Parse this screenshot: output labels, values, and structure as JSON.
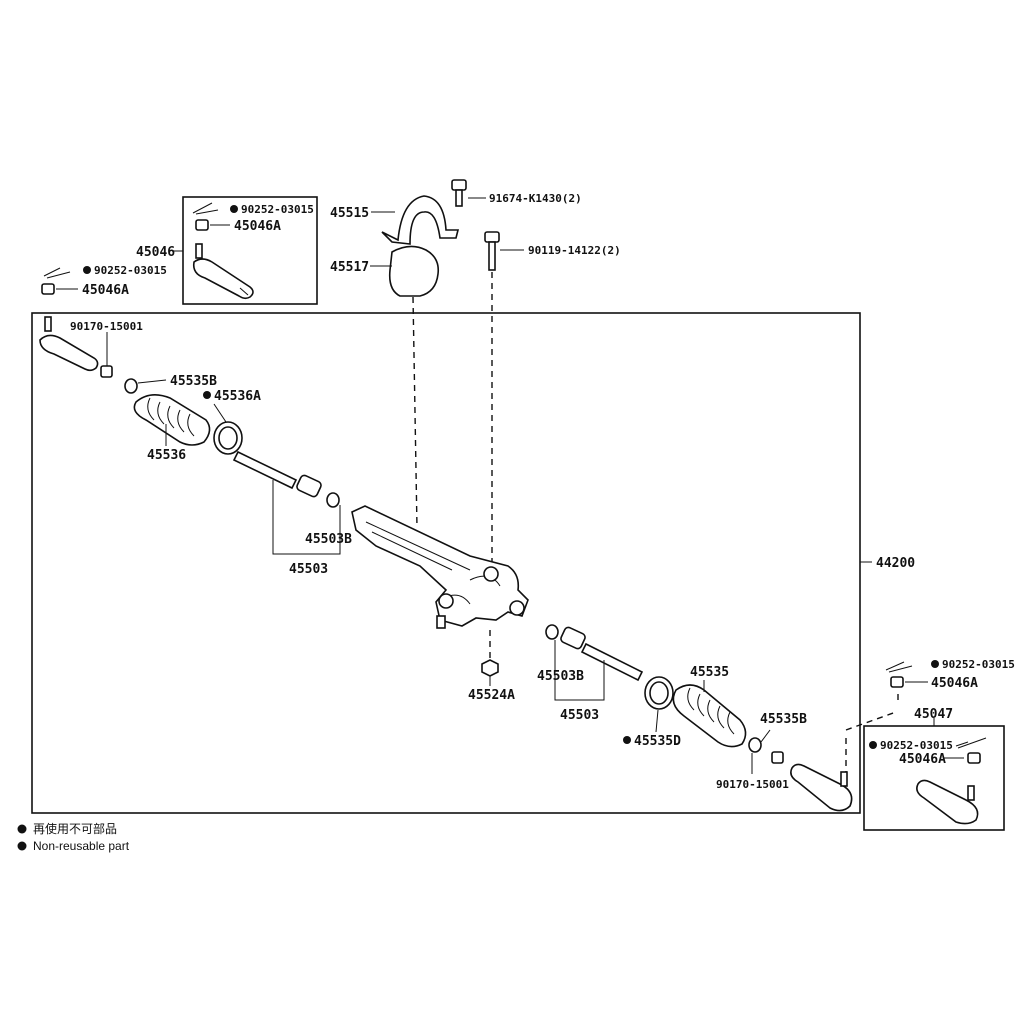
{
  "assembly": {
    "label": "44200"
  },
  "left_side": {
    "tie_rod_end_kit": {
      "label": "45046",
      "pin": "90252-03015",
      "nut": "45046A"
    },
    "outside_pin": "90252-03015",
    "outside_nut": "45046A",
    "lock_nut": "90170-15001",
    "clip": "45535B",
    "clamp": "45536A",
    "boot": "45536",
    "rack_end": "45503",
    "washer": "45503B"
  },
  "top": {
    "bracket": "45515",
    "bolt": "91674-K1430(2)",
    "grommet": "45517",
    "bolt_long": "90119-14122(2)"
  },
  "center": {
    "nut": "45524A"
  },
  "right_side": {
    "tie_rod_end_kit": {
      "label": "45047",
      "pin": "90252-03015",
      "nut": "45046A"
    },
    "outside_pin": "90252-03015",
    "outside_nut": "45046A",
    "lock_nut": "90170-15001",
    "clip": "45535B",
    "clamp": "45535D",
    "boot": "45535",
    "rack_end": "45503",
    "washer": "45503B"
  },
  "legend": {
    "line1": "再使用不可部品",
    "line2": "Non-reusable part"
  }
}
